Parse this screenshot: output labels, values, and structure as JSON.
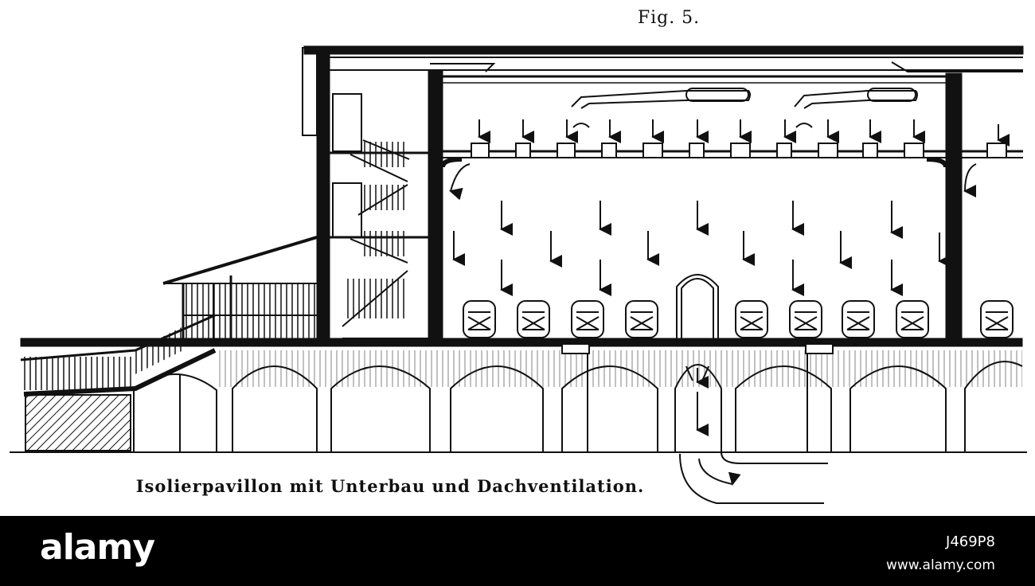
{
  "figure": {
    "label": "Fig. 5.",
    "caption": "Isolierpavillon mit Unterbau und Dachventilation."
  },
  "stock_bar": {
    "brand": "alamy",
    "image_id": "J469P8",
    "url": "www.alamy.com",
    "background": "#000000",
    "text_color": "#ffffff"
  },
  "colors": {
    "ink": "#111111",
    "paper": "#ffffff"
  }
}
